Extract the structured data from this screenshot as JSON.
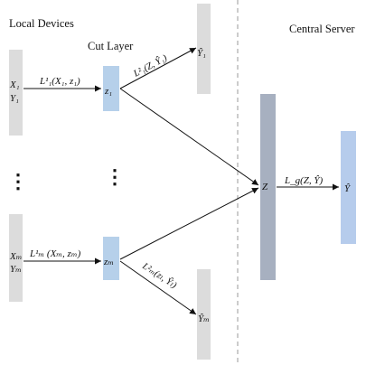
{
  "headers": {
    "local_devices": "Local Devices",
    "cut_layer": "Cut Layer",
    "central_server": "Central Server"
  },
  "device_1": {
    "input_x": "X₁",
    "input_y": "Y₁",
    "loss_to_cut": "L¹₁(X₁, z₁)",
    "cut_node": "z₁",
    "loss_to_output": "L²₁(Z, Ŷ₁)",
    "output": "Ŷ₁"
  },
  "device_m": {
    "input_x": "Xₘ",
    "input_y": "Yₘ",
    "loss_to_cut": "L¹ₘ (Xₘ, zₘ)",
    "cut_node": "zₘ",
    "loss_to_output": "L²ₘ(zₗ, Ŷₗ)",
    "output": "Ŷₘ"
  },
  "ellipsis": "⋮",
  "server": {
    "node": "Z",
    "loss_to_output": "L_g(Z, Ŷ)",
    "output": "Ŷ"
  },
  "colors": {
    "device_bar": "#dcdcdc",
    "cut_node": "#b6d0ea",
    "server_node": "#a7b0c0",
    "server_output": "#b6ccec",
    "divider": "#999999",
    "arrow": "#111111"
  }
}
